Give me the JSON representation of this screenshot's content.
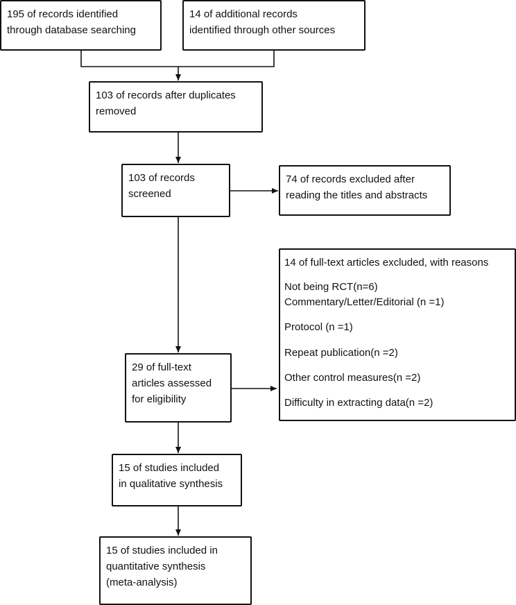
{
  "boxes": {
    "database_search": [
      "195 of records identified",
      "through database searching"
    ],
    "other_sources": [
      "14 of additional records",
      "identified through other sources"
    ],
    "after_duplicates": [
      "103 of records after duplicates",
      "removed"
    ],
    "screened": [
      "103 of records",
      "screened"
    ],
    "excluded_titles": [
      "74 of records excluded after",
      "reading the titles and abstracts"
    ],
    "full_text_assessed": [
      "29 of full-text",
      "articles assessed",
      "for eligibility"
    ],
    "qualitative": [
      "15 of studies included",
      "in qualitative synthesis"
    ],
    "quantitative": [
      "15 of studies included in",
      "quantitative synthesis",
      "(meta-analysis)"
    ]
  },
  "exclusions": {
    "heading": "14 of full-text articles excluded, with reasons",
    "reasons": [
      "Not being RCT(n=6)",
      "Commentary/Letter/Editorial (n =1)",
      "Protocol (n =1)",
      "Repeat publication(n =2)",
      "Other control measures(n =2)",
      "Difficulty in extracting data(n =2)"
    ]
  },
  "colors": {
    "line": "#111111",
    "background": "#ffffff",
    "text": "#111111"
  }
}
